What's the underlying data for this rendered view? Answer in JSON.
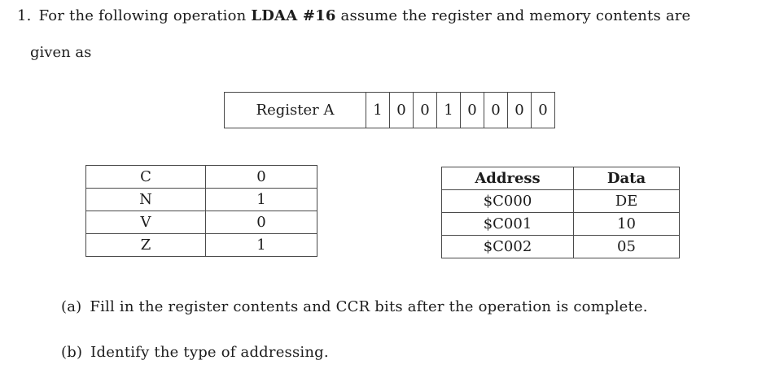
{
  "problem": {
    "number": "1.",
    "intro_prefix": "For the following operation ",
    "operation": "LDAA #16",
    "intro_suffix": " assume the register and memory contents are",
    "intro_line2": "given as"
  },
  "register_table": {
    "label": "Register A",
    "bits": [
      "1",
      "0",
      "0",
      "1",
      "0",
      "0",
      "0",
      "0"
    ]
  },
  "ccr_table": {
    "rows": [
      {
        "flag": "C",
        "value": "0"
      },
      {
        "flag": "N",
        "value": "1"
      },
      {
        "flag": "V",
        "value": "0"
      },
      {
        "flag": "Z",
        "value": "1"
      }
    ]
  },
  "memory_table": {
    "headers": {
      "address": "Address",
      "data": "Data"
    },
    "rows": [
      {
        "address": "$C000",
        "data": "DE"
      },
      {
        "address": "$C001",
        "data": "10"
      },
      {
        "address": "$C002",
        "data": "05"
      }
    ]
  },
  "questions": {
    "a": {
      "label": "(a)",
      "text": "Fill in the register contents and CCR bits after the operation is complete."
    },
    "b": {
      "label": "(b)",
      "text": "Identify the type of addressing."
    }
  }
}
